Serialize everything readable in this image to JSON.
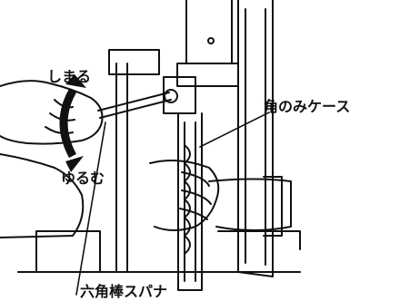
{
  "labels": {
    "tighten": "しまる",
    "loosen": "ゆるむ",
    "chisel_case": "角のみケース",
    "hex_wrench": "六角棒スパナ"
  },
  "colors": {
    "ink": "#111111",
    "paper": "#ffffff",
    "arrow": "#111111"
  },
  "icons": {
    "rotation_arrow": "curved-double-arrow-icon"
  }
}
